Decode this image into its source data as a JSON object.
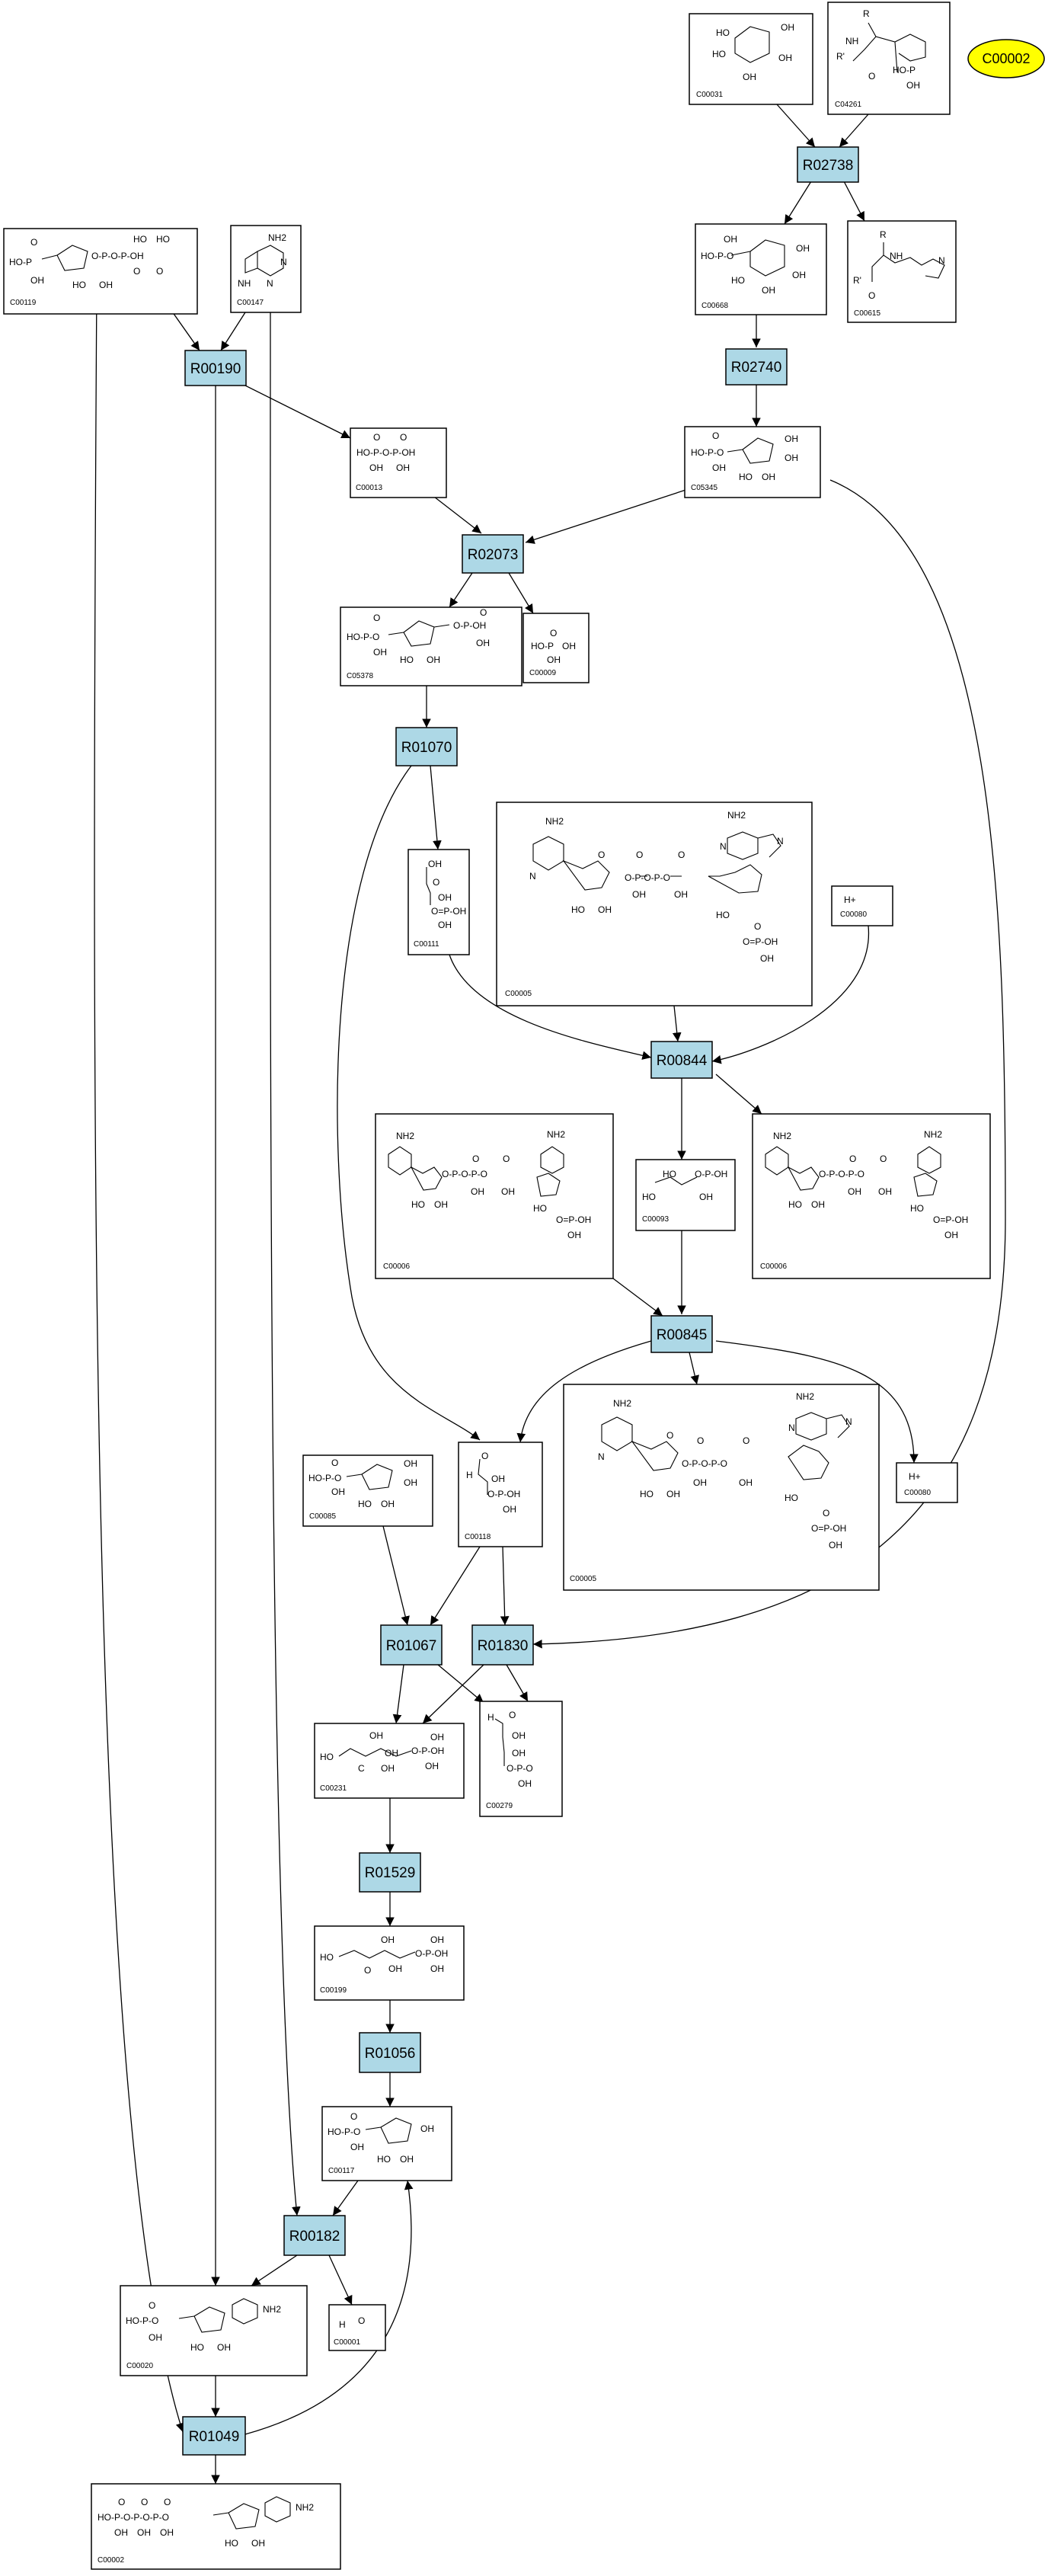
{
  "colors": {
    "reaction_fill": "#add8e6",
    "target_fill": "#ffff00",
    "stroke": "#000000",
    "background": "#ffffff"
  },
  "target": {
    "label": "C00002"
  },
  "reactions": [
    {
      "id": "R02738"
    },
    {
      "id": "R02740"
    },
    {
      "id": "R00190"
    },
    {
      "id": "R02073"
    },
    {
      "id": "R01070"
    },
    {
      "id": "R00844"
    },
    {
      "id": "R00845"
    },
    {
      "id": "R01067"
    },
    {
      "id": "R01830"
    },
    {
      "id": "R01529"
    },
    {
      "id": "R01056"
    },
    {
      "id": "R00182"
    },
    {
      "id": "R01049"
    }
  ],
  "compounds": [
    {
      "key": "c00031",
      "id": "C00031"
    },
    {
      "key": "c04261",
      "id": "C04261"
    },
    {
      "key": "c00668",
      "id": "C00668"
    },
    {
      "key": "c00615",
      "id": "C00615"
    },
    {
      "key": "c00119",
      "id": "C00119"
    },
    {
      "key": "c00147",
      "id": "C00147"
    },
    {
      "key": "c00013",
      "id": "C00013"
    },
    {
      "key": "c05345",
      "id": "C05345"
    },
    {
      "key": "c05378",
      "id": "C05378"
    },
    {
      "key": "c00009",
      "id": "C00009"
    },
    {
      "key": "c00111",
      "id": "C00111"
    },
    {
      "key": "c00005a",
      "id": "C00005"
    },
    {
      "key": "c00080a",
      "id": "C00080"
    },
    {
      "key": "c00006a",
      "id": "C00006"
    },
    {
      "key": "c00093",
      "id": "C00093"
    },
    {
      "key": "c00006b",
      "id": "C00006"
    },
    {
      "key": "c00085",
      "id": "C00085"
    },
    {
      "key": "c00118",
      "id": "C00118"
    },
    {
      "key": "c00005b",
      "id": "C00005"
    },
    {
      "key": "c00080b",
      "id": "C00080"
    },
    {
      "key": "c00231",
      "id": "C00231"
    },
    {
      "key": "c00279",
      "id": "C00279"
    },
    {
      "key": "c00199",
      "id": "C00199"
    },
    {
      "key": "c00117",
      "id": "C00117"
    },
    {
      "key": "c00020",
      "id": "C00020"
    },
    {
      "key": "c00001",
      "id": "C00001"
    },
    {
      "key": "c00002",
      "id": "C00002"
    }
  ],
  "structure_text": {
    "oh": "OH",
    "ho": "HO",
    "o": "O",
    "p": "P",
    "n": "N",
    "nh": "NH",
    "h": "H",
    "c": "C",
    "r": "R",
    "rprime": "R'",
    "nh2": "NH2",
    "h_plus": "H+",
    "ho_p": "HO-P",
    "hop_o": "HO-P-O",
    "o_p_oh": "O-P-OH",
    "o_p_o_p_oh": "O-P-O-P-OH",
    "ho_p_o_p_oh": "HO-P-O-P-OH",
    "ho_p_o_p_o_p_o": "HO-P-O-P-O-P-O",
    "o_p_o_p_o": "O-P-O-P-O",
    "o_eq_p_oh": "O=P-OH",
    "o_p_o": "O-P-O"
  }
}
